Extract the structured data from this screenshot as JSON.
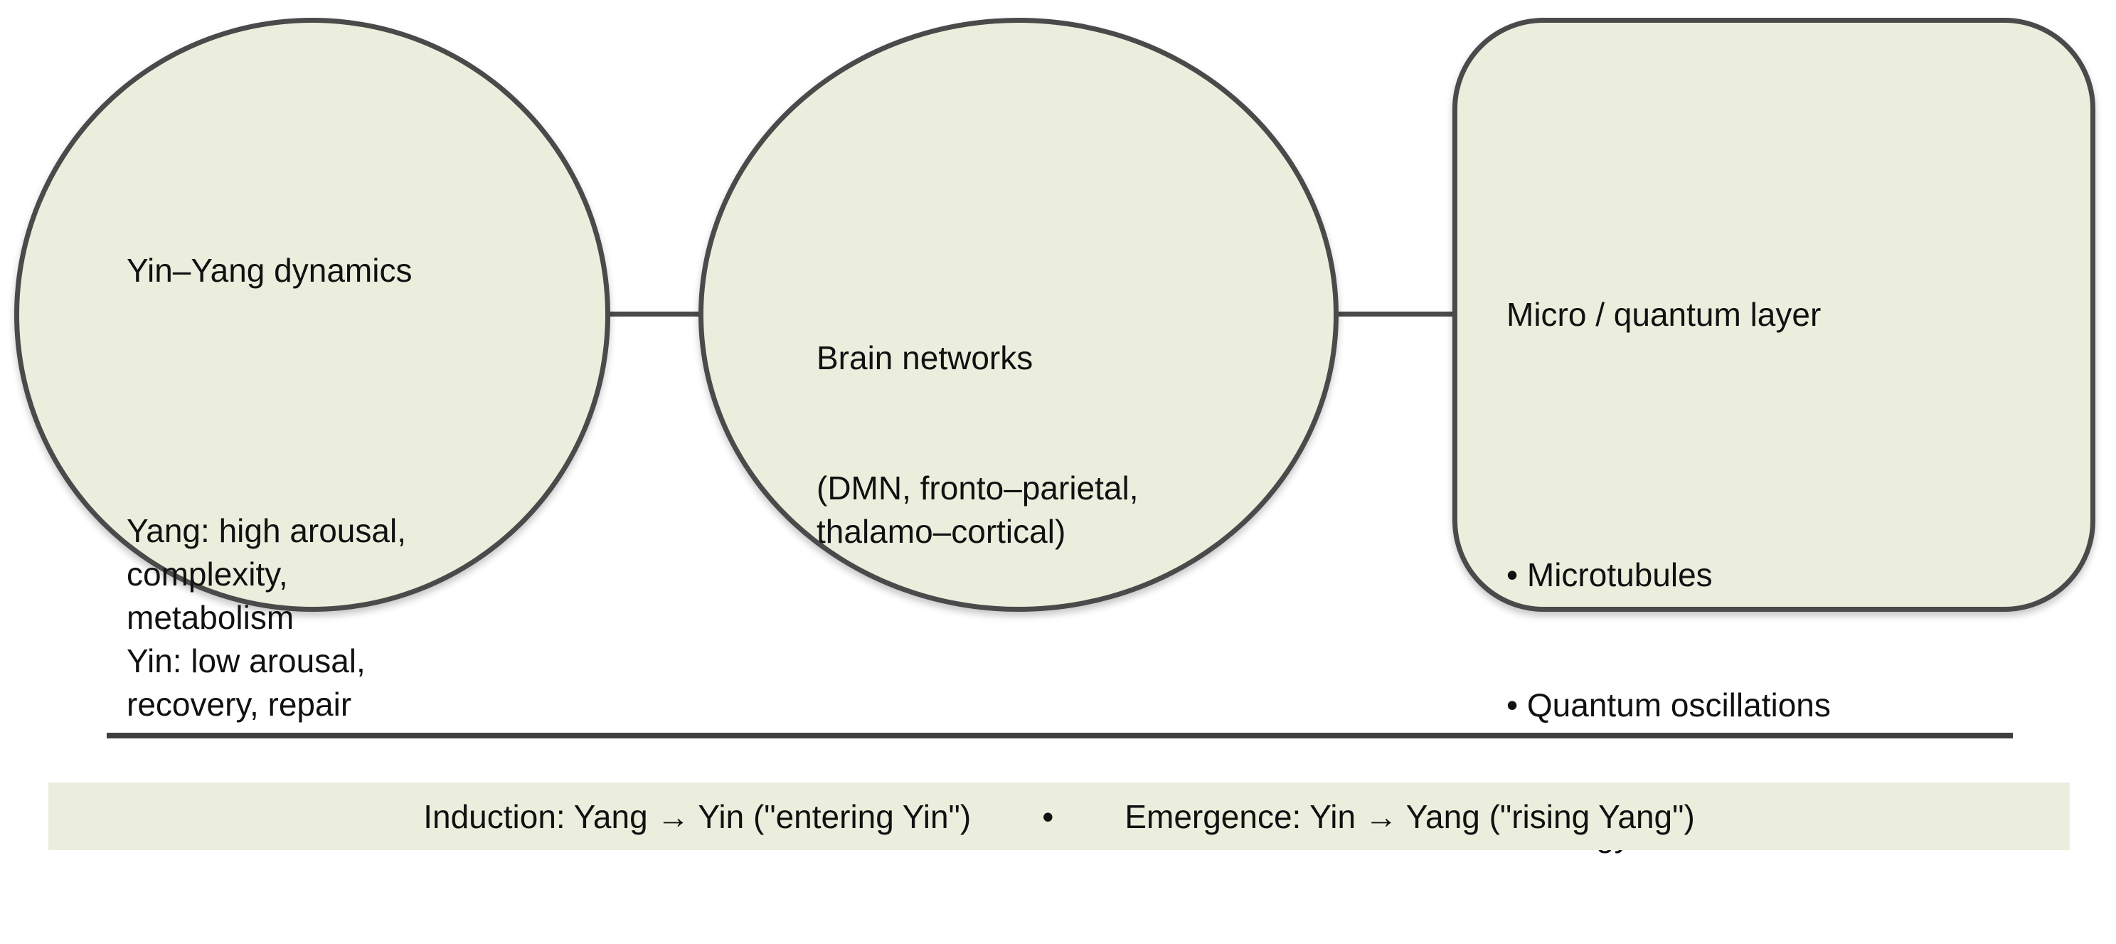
{
  "nodes": {
    "yin_yang": {
      "title": "Yin–Yang dynamics",
      "body": "Yang: high arousal,\ncomplexity,\nmetabolism\nYin: low arousal,\nrecovery, repair"
    },
    "brain_networks": {
      "title": "Brain networks",
      "body": "(DMN, fronto–parietal,\nthalamo–cortical)"
    },
    "micro_quantum": {
      "title": "Micro / quantum layer",
      "items": [
        "• Microtubules",
        "• Quantum oscillations",
        "• Energy / information channels"
      ]
    }
  },
  "footer": {
    "induction": "Induction: Yang → Yin (\"entering Yin\")",
    "separator": "•",
    "emergence": "Emergence: Yin → Yang (\"rising Yang\")"
  },
  "colors": {
    "node_fill": "#ebeedd",
    "outline": "#4a4a4a"
  }
}
